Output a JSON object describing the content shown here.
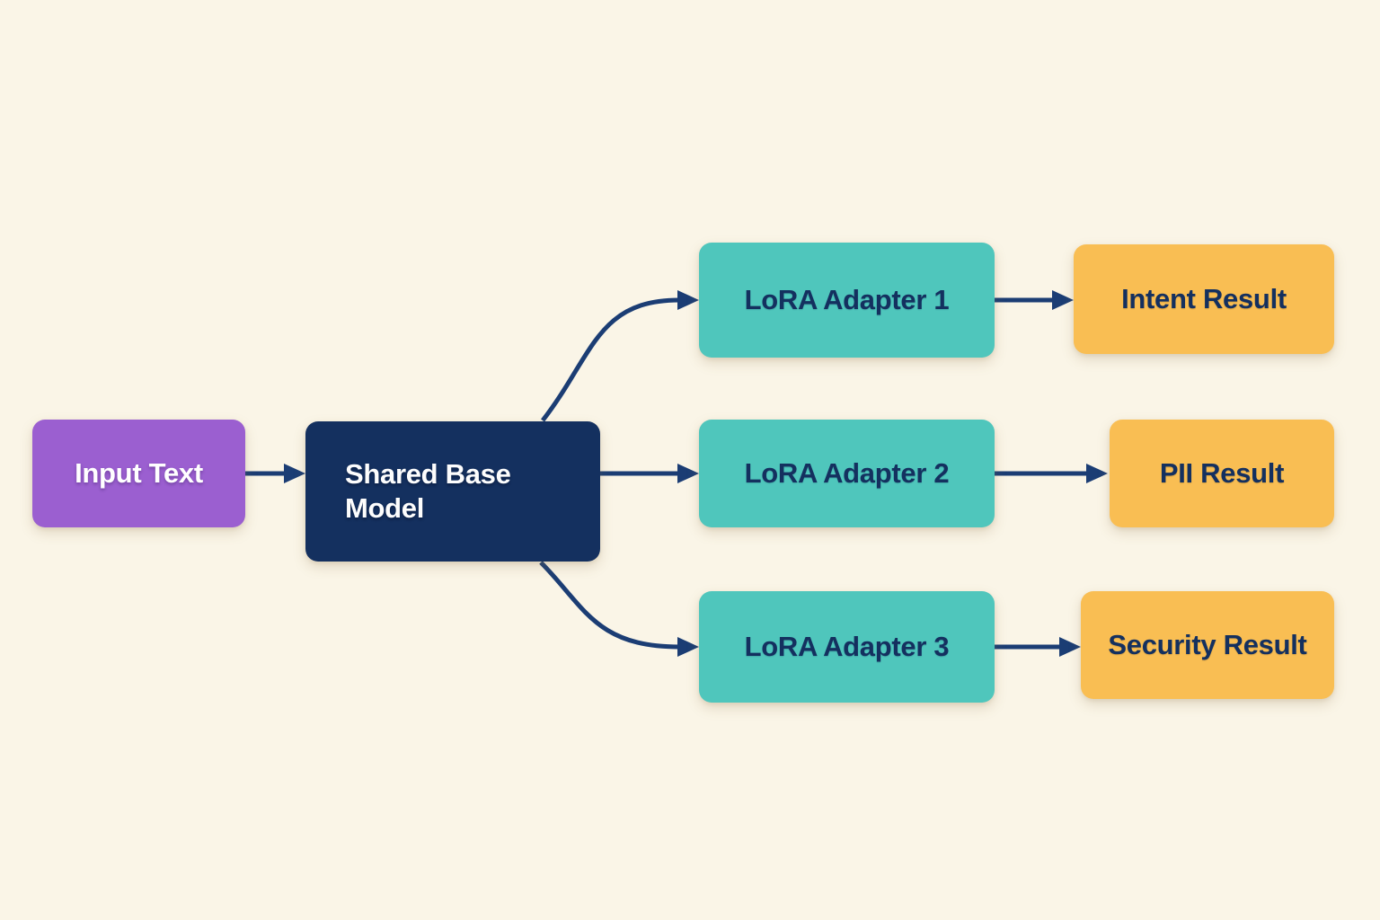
{
  "diagram": {
    "background_color": "#faf5e7",
    "colors": {
      "input_box": "#9b5fd0",
      "base_model_box": "#14305f",
      "adapter_box": "#4fc6bc",
      "result_box": "#f9be53",
      "arrow": "#1b3d74",
      "text_on_dark": "#ffffff",
      "text_on_light": "#14305f"
    },
    "nodes": [
      {
        "id": "input",
        "label": "Input Text"
      },
      {
        "id": "base",
        "label": "Shared Base Model"
      },
      {
        "id": "adapter1",
        "label": "LoRA Adapter 1"
      },
      {
        "id": "adapter2",
        "label": "LoRA Adapter 2"
      },
      {
        "id": "adapter3",
        "label": "LoRA Adapter 3"
      },
      {
        "id": "intent",
        "label": "Intent Result"
      },
      {
        "id": "pii",
        "label": "PII Result"
      },
      {
        "id": "security",
        "label": "Security Result"
      }
    ],
    "edges": [
      {
        "from": "Input Text",
        "to": "Shared Base Model"
      },
      {
        "from": "Shared Base Model",
        "to": "LoRA Adapter 1"
      },
      {
        "from": "Shared Base Model",
        "to": "LoRA Adapter 2"
      },
      {
        "from": "Shared Base Model",
        "to": "LoRA Adapter 3"
      },
      {
        "from": "LoRA Adapter 1",
        "to": "Intent Result"
      },
      {
        "from": "LoRA Adapter 2",
        "to": "PII Result"
      },
      {
        "from": "LoRA Adapter 3",
        "to": "Security Result"
      }
    ]
  }
}
